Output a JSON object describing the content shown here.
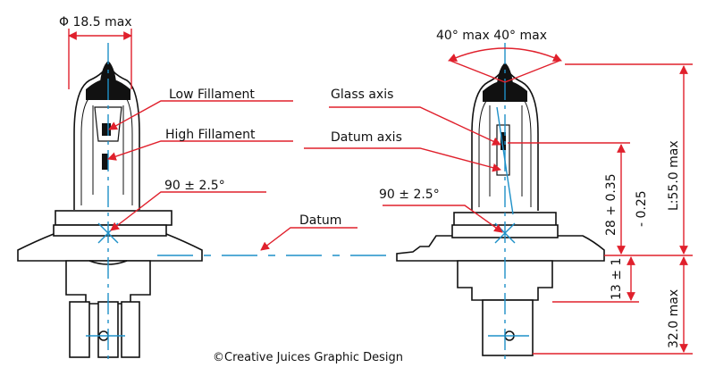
{
  "colors": {
    "leader": "#e0202c",
    "axis": "#1e90c8",
    "outline": "#111111"
  },
  "left_bulb": {
    "diameter_label": "Φ 18.5 max",
    "low_filament_label": "Low Fillament",
    "high_filament_label": "High Fillament",
    "angle_label": "90 ± 2.5°"
  },
  "center": {
    "datum_label": "Datum"
  },
  "right_bulb": {
    "angle_top_label": "40° max 40° max",
    "glass_axis_label": "Glass axis",
    "datum_axis_label": "Datum axis",
    "angle_label": "90 ± 2.5°",
    "dim_28_label": "28 + 0.35",
    "dim_025_label": "- 0.25",
    "dim_length_label": "L:55.0 max",
    "dim_13_label": "13 ± 1",
    "dim_32_label": "32.0 max"
  },
  "copyright": "©Creative Juices Graphic Design"
}
